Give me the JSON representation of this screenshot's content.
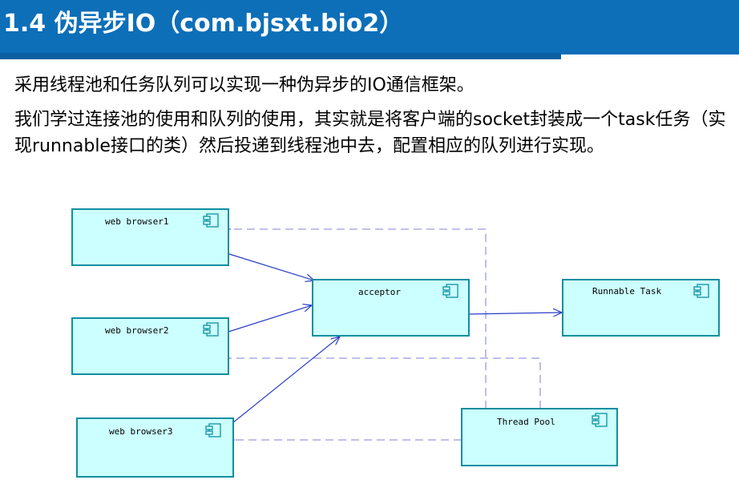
{
  "header": {
    "title": "1.4 伪异步IO（com.bjsxt.bio2）"
  },
  "content": {
    "paragraph1": "采用线程池和任务队列可以实现一种伪异步的IO通信框架。",
    "paragraph2": "我们学过连接池的使用和队列的使用，其实就是将客户端的socket封装成一个task任务（实现runnable接口的类）然后投递到线程池中去，配置相应的队列进行实现。"
  },
  "diagram": {
    "nodes": {
      "web_browser1": "web browser1",
      "web_browser2": "web browser2",
      "web_browser3": "web browser3",
      "acceptor": "acceptor",
      "runnable_task": "Runnable Task",
      "thread_pool": "Thread Pool"
    },
    "colors": {
      "box_fill": "#ccffff",
      "box_border": "#0e8fa0",
      "solid_arrow": "#2a3dc8",
      "dashed_arrow": "#9a9ae0"
    }
  }
}
